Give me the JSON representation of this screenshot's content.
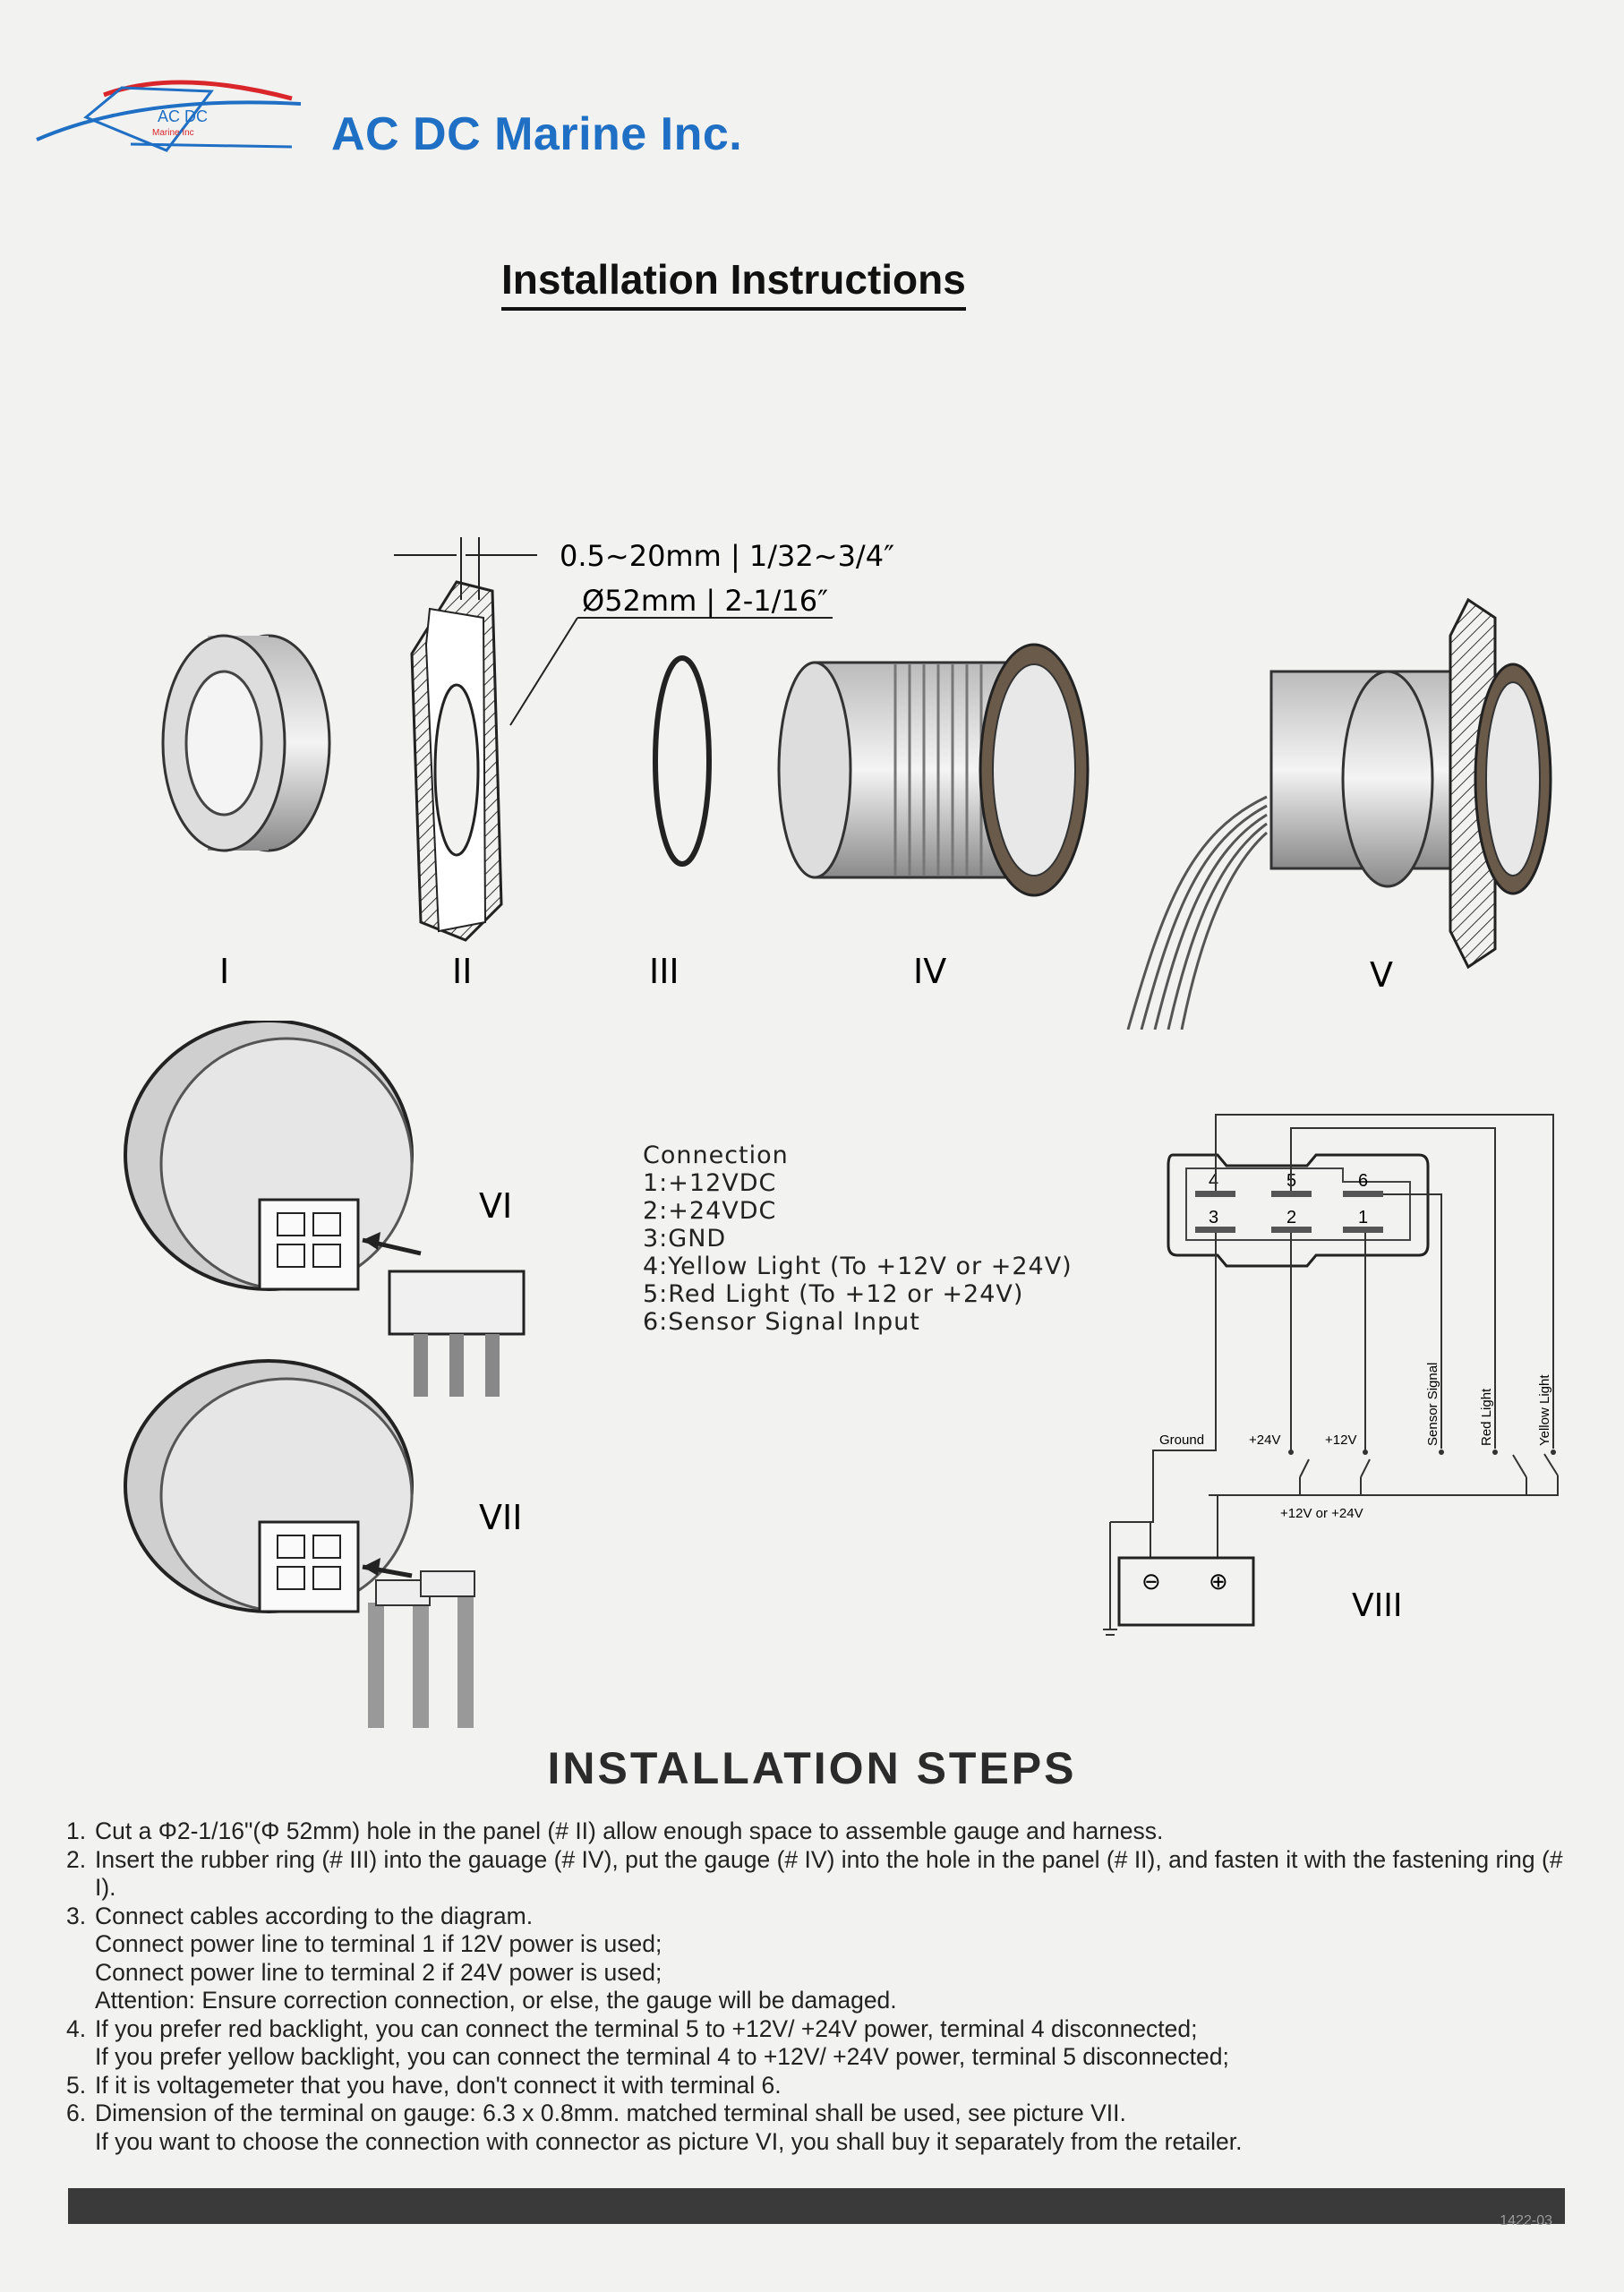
{
  "header": {
    "logo_text": "AC DC",
    "logo_subtext": "Marine Inc",
    "company_name": "AC DC Marine Inc.",
    "title": "Installation Instructions"
  },
  "exploded_view": {
    "thickness_label": "0.5~20mm | 1/32~3/4″",
    "diameter_label": "Ø52mm | 2-1/16″",
    "labels": [
      "I",
      "II",
      "III",
      "IV",
      "V"
    ]
  },
  "connector_views": {
    "six_label": "VI",
    "seven_label": "VII"
  },
  "connection": {
    "heading": "Connection",
    "lines": [
      "1:+12VDC",
      "2:+24VDC",
      "3:GND",
      "4:Yellow Light  (To +12V or +24V)",
      "5:Red Light  (To +12 or +24V)",
      "6:Sensor Signal Input"
    ]
  },
  "wiring": {
    "pins_top": [
      "4",
      "5",
      "6"
    ],
    "pins_bottom": [
      "3",
      "2",
      "1"
    ],
    "ground_label": "Ground",
    "v24_label": "+24V",
    "v12_label": "+12V",
    "sensor_label": "Sensor Signal",
    "red_label": "Red Light",
    "yellow_label": "Yellow Light",
    "bus_label": "+12V or +24V",
    "battery_neg": "⊖",
    "battery_pos": "⊕",
    "figure_label": "VIII"
  },
  "steps": {
    "title": "INSTALLATION STEPS",
    "items": [
      {
        "num": "1.",
        "text": "Cut a Φ2-1/16\"(Φ 52mm) hole in the panel (# II) allow enough space to assemble gauge and harness."
      },
      {
        "num": "2.",
        "text": "Insert the rubber ring (# III) into the gauage (# IV), put the gauge (# IV) into the hole in the panel (# II), and fasten it with the fastening ring (# I)."
      },
      {
        "num": "3.",
        "text": "Connect cables according to the diagram."
      },
      {
        "num": "",
        "text": "Connect power line to terminal 1 if 12V power is used;"
      },
      {
        "num": "",
        "text": "Connect power line to terminal 2 if 24V power is used;"
      },
      {
        "num": "",
        "text": "Attention: Ensure correction connection, or else, the gauge will be damaged."
      },
      {
        "num": "4.",
        "text": "If you prefer red backlight, you can connect the terminal 5 to +12V/ +24V power, terminal 4 disconnected;"
      },
      {
        "num": "",
        "text": "If you prefer yellow backlight, you can connect the terminal 4 to +12V/ +24V power, terminal 5 disconnected;"
      },
      {
        "num": "5.",
        "text": "If it is voltagemeter that you have, don't connect it with terminal 6."
      },
      {
        "num": "6.",
        "text": "Dimension of the terminal on gauge: 6.3 x 0.8mm. matched terminal shall be used, see picture VII."
      },
      {
        "num": "",
        "text": "If you want to choose the connection with connector as picture VI, you shall buy it separately from the retailer."
      }
    ]
  },
  "footer": {
    "code": "1422-03"
  },
  "colors": {
    "brand_blue": "#1f6fc4",
    "logo_red": "#d9262b",
    "footer_bar": "#3a3a3a"
  }
}
